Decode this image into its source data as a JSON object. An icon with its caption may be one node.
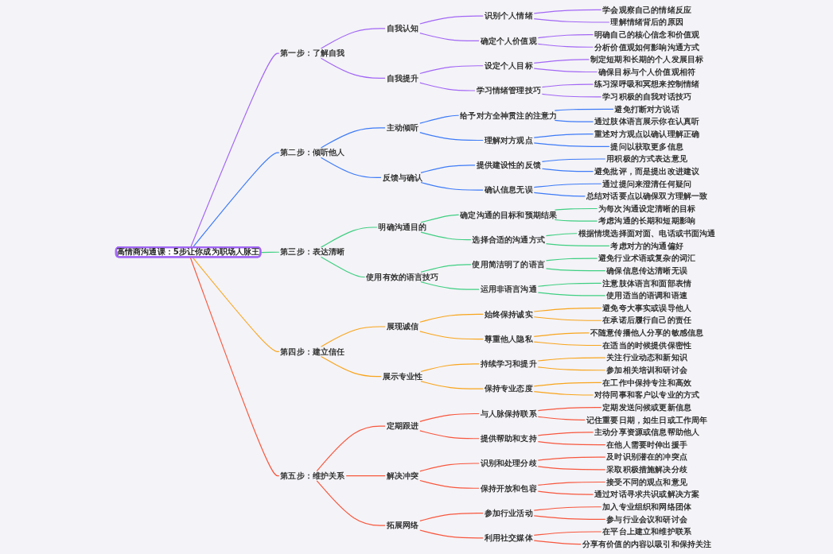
{
  "diagram": {
    "nodes": [
      {
        "text": [
          "高情商沟通课：5步让你成为职场人脉王"
        ]
      },
      {
        "text": [
          "第一步：了解自我"
        ]
      },
      {
        "text": [
          "自我认知"
        ]
      },
      {
        "text": [
          "识别个人情绪"
        ]
      },
      {
        "text": [
          "学会观察自己的情绪反应"
        ]
      },
      {
        "text": [
          "理解情绪背后的原因"
        ]
      },
      {
        "text": [
          "确定个人价值观"
        ]
      },
      {
        "text": [
          "明确自己的核心信念和价值观"
        ]
      },
      {
        "text": [
          "分析价值观如何影响沟通方式"
        ]
      },
      {
        "text": [
          "自我提升"
        ]
      },
      {
        "text": [
          "设定个人目标"
        ]
      },
      {
        "text": [
          "制定短期和长期的个人发展目标"
        ]
      },
      {
        "text": [
          "确保目标与个人价值观相符"
        ]
      },
      {
        "text": [
          "学习情绪管理技巧"
        ]
      },
      {
        "text": [
          "练习深呼吸和冥想来控制情绪"
        ]
      },
      {
        "text": [
          "学习积极的自我对话技巧"
        ]
      },
      {
        "text": [
          "第二步：倾听他人"
        ]
      },
      {
        "text": [
          "主动倾听"
        ]
      },
      {
        "text": [
          "给予对方全神贯注的注意力"
        ]
      },
      {
        "text": [
          "避免打断对方说话"
        ]
      },
      {
        "text": [
          "通过肢体语言展示你在认真听"
        ]
      },
      {
        "text": [
          "理解对方观点"
        ]
      },
      {
        "text": [
          "重述对方观点以确认理解正确"
        ]
      },
      {
        "text": [
          "提问以获取更多信息"
        ]
      },
      {
        "text": [
          "反馈与确认"
        ]
      },
      {
        "text": [
          "提供建设性的反馈"
        ]
      },
      {
        "text": [
          "用积极的方式表达意见"
        ]
      },
      {
        "text": [
          "避免批评，而是提出改进建议"
        ]
      },
      {
        "text": [
          "确认信息无误"
        ]
      },
      {
        "text": [
          "通过提问来澄清任何疑问"
        ]
      },
      {
        "text": [
          "总结对话要点以确保双方理解一致"
        ]
      },
      {
        "text": [
          "第三步：表达清晰"
        ]
      },
      {
        "text": [
          "明确沟通目的"
        ]
      },
      {
        "text": [
          "确定沟通的目标和预期结果"
        ]
      },
      {
        "text": [
          "为每次沟通设定清晰的目标"
        ]
      },
      {
        "text": [
          "考虑沟通的长期和短期影响"
        ]
      },
      {
        "text": [
          "选择合适的沟通方式"
        ]
      },
      {
        "text": [
          "根据情境选择面对面、电话或书面沟通"
        ]
      },
      {
        "text": [
          "考虑对方的沟通偏好"
        ]
      },
      {
        "text": [
          "使用有效的语言技巧"
        ]
      },
      {
        "text": [
          "使用简洁明了的语言"
        ]
      },
      {
        "text": [
          "避免行业术语或复杂的词汇"
        ]
      },
      {
        "text": [
          "确保信息传达清晰无误"
        ]
      },
      {
        "text": [
          "运用非语言沟通"
        ]
      },
      {
        "text": [
          "注意肢体语言和面部表情"
        ]
      },
      {
        "text": [
          "使用适当的语调和语速"
        ]
      },
      {
        "text": [
          "第四步：建立信任"
        ]
      },
      {
        "text": [
          "展现诚信"
        ]
      },
      {
        "text": [
          "始终保持诚实"
        ]
      },
      {
        "text": [
          "避免夸大事实或误导他人"
        ]
      },
      {
        "text": [
          "在承诺后履行自己的责任"
        ]
      },
      {
        "text": [
          "尊重他人隐私"
        ]
      },
      {
        "text": [
          "不随意传播他人分享的敏感信息"
        ]
      },
      {
        "text": [
          "在适当的时候提供保密性"
        ]
      },
      {
        "text": [
          "展示专业性"
        ]
      },
      {
        "text": [
          "持续学习和提升"
        ]
      },
      {
        "text": [
          "关注行业动态和新知识"
        ]
      },
      {
        "text": [
          "参加相关培训和研讨会"
        ]
      },
      {
        "text": [
          "保持专业态度"
        ]
      },
      {
        "text": [
          "在工作中保持专注和高效"
        ]
      },
      {
        "text": [
          "对待同事和客户以专业的方式"
        ]
      },
      {
        "text": [
          "第五步：维护关系"
        ]
      },
      {
        "text": [
          "定期跟进"
        ]
      },
      {
        "text": [
          "与人脉保持联系"
        ]
      },
      {
        "text": [
          "定期发送问候或更新信息"
        ]
      },
      {
        "text": [
          "记住重要日期，如生日或工作周年"
        ]
      },
      {
        "text": [
          "提供帮助和支持"
        ]
      },
      {
        "text": [
          "主动分享资源或信息帮助他人"
        ]
      },
      {
        "text": [
          "在他人需要时伸出援手"
        ]
      },
      {
        "text": [
          "解决冲突"
        ]
      },
      {
        "text": [
          "识别和处理分歧"
        ]
      },
      {
        "text": [
          "及时识别潜在的冲突点"
        ]
      },
      {
        "text": [
          "采取积极措施解决分歧"
        ]
      },
      {
        "text": [
          "保持开放和包容"
        ]
      },
      {
        "text": [
          "接受不同的观点和意见"
        ]
      },
      {
        "text": [
          "通过对话寻求共识或解决方案"
        ]
      },
      {
        "text": [
          "拓展网络"
        ]
      },
      {
        "text": [
          "参加行业活动"
        ]
      },
      {
        "text": [
          "加入专业组织和网络团体"
        ]
      },
      {
        "text": [
          "参与行业会议和研讨会"
        ]
      },
      {
        "text": [
          "利用社交媒体"
        ]
      },
      {
        "text": [
          "在平台上建立和维护联系"
        ]
      },
      {
        "text": [
          "分享有价值的内容以吸引和保持关注"
        ]
      }
    ],
    "edges": [
      {
        "from": 0,
        "to": 1,
        "arrow": "none",
        "color": "#a267f5"
      },
      {
        "from": 1,
        "to": 2,
        "arrow": "none",
        "color": "#a267f5"
      },
      {
        "from": 2,
        "to": 3,
        "arrow": "none",
        "color": "#a267f5"
      },
      {
        "from": 3,
        "to": 4,
        "arrow": "none",
        "color": "#a267f5"
      },
      {
        "from": 3,
        "to": 5,
        "arrow": "none",
        "color": "#a267f5"
      },
      {
        "from": 2,
        "to": 6,
        "arrow": "none",
        "color": "#a267f5"
      },
      {
        "from": 6,
        "to": 7,
        "arrow": "none",
        "color": "#a267f5"
      },
      {
        "from": 6,
        "to": 8,
        "arrow": "none",
        "color": "#a267f5"
      },
      {
        "from": 1,
        "to": 9,
        "arrow": "none",
        "color": "#a267f5"
      },
      {
        "from": 9,
        "to": 10,
        "arrow": "none",
        "color": "#a267f5"
      },
      {
        "from": 10,
        "to": 11,
        "arrow": "none",
        "color": "#a267f5"
      },
      {
        "from": 10,
        "to": 12,
        "arrow": "none",
        "color": "#a267f5"
      },
      {
        "from": 9,
        "to": 13,
        "arrow": "none",
        "color": "#a267f5"
      },
      {
        "from": 13,
        "to": 14,
        "arrow": "none",
        "color": "#a267f5"
      },
      {
        "from": 13,
        "to": 15,
        "arrow": "none",
        "color": "#a267f5"
      },
      {
        "from": 0,
        "to": 16,
        "arrow": "none",
        "color": "#3d7bf7"
      },
      {
        "from": 16,
        "to": 17,
        "arrow": "none",
        "color": "#3d7bf7"
      },
      {
        "from": 17,
        "to": 18,
        "arrow": "none",
        "color": "#3d7bf7"
      },
      {
        "from": 18,
        "to": 19,
        "arrow": "none",
        "color": "#3d7bf7"
      },
      {
        "from": 18,
        "to": 20,
        "arrow": "none",
        "color": "#3d7bf7"
      },
      {
        "from": 17,
        "to": 21,
        "arrow": "none",
        "color": "#3d7bf7"
      },
      {
        "from": 21,
        "to": 22,
        "arrow": "none",
        "color": "#3d7bf7"
      },
      {
        "from": 21,
        "to": 23,
        "arrow": "none",
        "color": "#3d7bf7"
      },
      {
        "from": 16,
        "to": 24,
        "arrow": "none",
        "color": "#3d7bf7"
      },
      {
        "from": 24,
        "to": 25,
        "arrow": "none",
        "color": "#3d7bf7"
      },
      {
        "from": 25,
        "to": 26,
        "arrow": "none",
        "color": "#3d7bf7"
      },
      {
        "from": 25,
        "to": 27,
        "arrow": "none",
        "color": "#3d7bf7"
      },
      {
        "from": 24,
        "to": 28,
        "arrow": "none",
        "color": "#3d7bf7"
      },
      {
        "from": 28,
        "to": 29,
        "arrow": "none",
        "color": "#3d7bf7"
      },
      {
        "from": 28,
        "to": 30,
        "arrow": "none",
        "color": "#3d7bf7"
      },
      {
        "from": 0,
        "to": 31,
        "arrow": "none",
        "color": "#3ecf82"
      },
      {
        "from": 31,
        "to": 32,
        "arrow": "none",
        "color": "#3ecf82"
      },
      {
        "from": 32,
        "to": 33,
        "arrow": "none",
        "color": "#3ecf82"
      },
      {
        "from": 33,
        "to": 34,
        "arrow": "none",
        "color": "#3ecf82"
      },
      {
        "from": 33,
        "to": 35,
        "arrow": "none",
        "color": "#3ecf82"
      },
      {
        "from": 32,
        "to": 36,
        "arrow": "none",
        "color": "#3ecf82"
      },
      {
        "from": 36,
        "to": 37,
        "arrow": "none",
        "color": "#3ecf82"
      },
      {
        "from": 36,
        "to": 38,
        "arrow": "none",
        "color": "#3ecf82"
      },
      {
        "from": 31,
        "to": 39,
        "arrow": "none",
        "color": "#3ecf82"
      },
      {
        "from": 39,
        "to": 40,
        "arrow": "none",
        "color": "#3ecf82"
      },
      {
        "from": 40,
        "to": 41,
        "arrow": "none",
        "color": "#3ecf82"
      },
      {
        "from": 40,
        "to": 42,
        "arrow": "none",
        "color": "#3ecf82"
      },
      {
        "from": 39,
        "to": 43,
        "arrow": "none",
        "color": "#3ecf82"
      },
      {
        "from": 43,
        "to": 44,
        "arrow": "none",
        "color": "#3ecf82"
      },
      {
        "from": 43,
        "to": 45,
        "arrow": "none",
        "color": "#3ecf82"
      },
      {
        "from": 0,
        "to": 46,
        "arrow": "none",
        "color": "#f8a51c"
      },
      {
        "from": 46,
        "to": 47,
        "arrow": "none",
        "color": "#f8a51c"
      },
      {
        "from": 47,
        "to": 48,
        "arrow": "none",
        "color": "#f8a51c"
      },
      {
        "from": 48,
        "to": 49,
        "arrow": "none",
        "color": "#f8a51c"
      },
      {
        "from": 48,
        "to": 50,
        "arrow": "none",
        "color": "#f8a51c"
      },
      {
        "from": 47,
        "to": 51,
        "arrow": "none",
        "color": "#f8a51c"
      },
      {
        "from": 51,
        "to": 52,
        "arrow": "none",
        "color": "#f8a51c"
      },
      {
        "from": 51,
        "to": 53,
        "arrow": "none",
        "color": "#f8a51c"
      },
      {
        "from": 46,
        "to": 54,
        "arrow": "none",
        "color": "#f8a51c"
      },
      {
        "from": 54,
        "to": 55,
        "arrow": "none",
        "color": "#f8a51c"
      },
      {
        "from": 55,
        "to": 56,
        "arrow": "none",
        "color": "#f8a51c"
      },
      {
        "from": 55,
        "to": 57,
        "arrow": "none",
        "color": "#f8a51c"
      },
      {
        "from": 54,
        "to": 58,
        "arrow": "none",
        "color": "#f8a51c"
      },
      {
        "from": 58,
        "to": 59,
        "arrow": "none",
        "color": "#f8a51c"
      },
      {
        "from": 58,
        "to": 60,
        "arrow": "none",
        "color": "#f8a51c"
      },
      {
        "from": 0,
        "to": 61,
        "arrow": "none",
        "color": "#f7573e"
      },
      {
        "from": 61,
        "to": 62,
        "arrow": "none",
        "color": "#f7573e"
      },
      {
        "from": 62,
        "to": 63,
        "arrow": "none",
        "color": "#f7573e"
      },
      {
        "from": 63,
        "to": 64,
        "arrow": "none",
        "color": "#f7573e"
      },
      {
        "from": 63,
        "to": 65,
        "arrow": "none",
        "color": "#f7573e"
      },
      {
        "from": 62,
        "to": 66,
        "arrow": "none",
        "color": "#f7573e"
      },
      {
        "from": 66,
        "to": 67,
        "arrow": "none",
        "color": "#f7573e"
      },
      {
        "from": 66,
        "to": 68,
        "arrow": "none",
        "color": "#f7573e"
      },
      {
        "from": 61,
        "to": 69,
        "arrow": "none",
        "color": "#f7573e"
      },
      {
        "from": 69,
        "to": 70,
        "arrow": "none",
        "color": "#f7573e"
      },
      {
        "from": 70,
        "to": 71,
        "arrow": "none",
        "color": "#f7573e"
      },
      {
        "from": 70,
        "to": 72,
        "arrow": "none",
        "color": "#f7573e"
      },
      {
        "from": 69,
        "to": 73,
        "arrow": "none",
        "color": "#f7573e"
      },
      {
        "from": 73,
        "to": 74,
        "arrow": "none",
        "color": "#f7573e"
      },
      {
        "from": 73,
        "to": 75,
        "arrow": "none",
        "color": "#f7573e"
      },
      {
        "from": 61,
        "to": 76,
        "arrow": "none",
        "color": "#f7573e"
      },
      {
        "from": 76,
        "to": 77,
        "arrow": "none",
        "color": "#f7573e"
      },
      {
        "from": 77,
        "to": 78,
        "arrow": "none",
        "color": "#f7573e"
      },
      {
        "from": 77,
        "to": 79,
        "arrow": "none",
        "color": "#f7573e"
      },
      {
        "from": 76,
        "to": 80,
        "arrow": "none",
        "color": "#f7573e"
      },
      {
        "from": 80,
        "to": 81,
        "arrow": "none",
        "color": "#f7573e"
      },
      {
        "from": 80,
        "to": 82,
        "arrow": "none",
        "color": "#f7573e"
      }
    ]
  }
}
